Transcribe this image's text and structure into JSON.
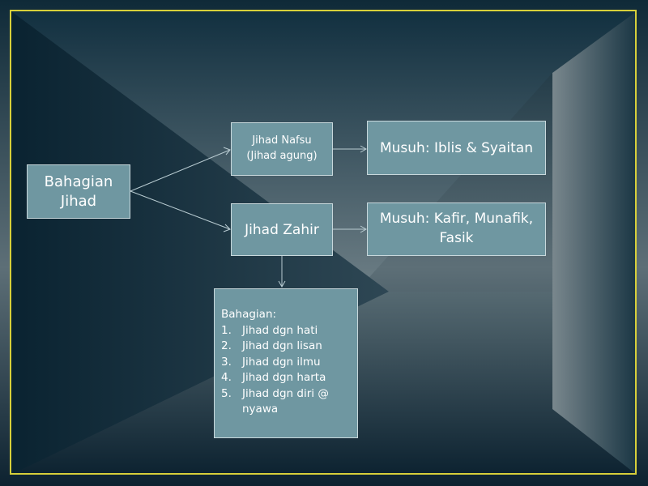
{
  "colors": {
    "frame": "#d7cf3a",
    "box_fill": "#6f97a1",
    "box_border": "#c8d8dc",
    "text": "#ffffff",
    "background_dark": "#0d2230",
    "background_light": "#6a7c84",
    "connector": "#b9ccd2"
  },
  "diagram": {
    "root": {
      "lines": [
        "Bahagian",
        "Jihad"
      ]
    },
    "nafsu": {
      "lines": [
        "Jihad Nafsu",
        "(Jihad agung)"
      ]
    },
    "zahir": {
      "label": "Jihad Zahir"
    },
    "musuh_nafsu": {
      "label": "Musuh: Iblis & Syaitan"
    },
    "musuh_zahir": {
      "lines": [
        "Musuh: Kafir, Munafik,",
        "Fasik"
      ]
    },
    "bahagian": {
      "heading": "Bahagian:",
      "items": [
        {
          "num": "1.",
          "text": "Jihad dgn hati"
        },
        {
          "num": "2.",
          "text": "Jihad dgn lisan"
        },
        {
          "num": "3.",
          "text": "Jihad dgn ilmu"
        },
        {
          "num": "4.",
          "text": "Jihad dgn harta"
        },
        {
          "num": "5.",
          "text": "Jihad dgn diri @ nyawa"
        }
      ]
    }
  }
}
